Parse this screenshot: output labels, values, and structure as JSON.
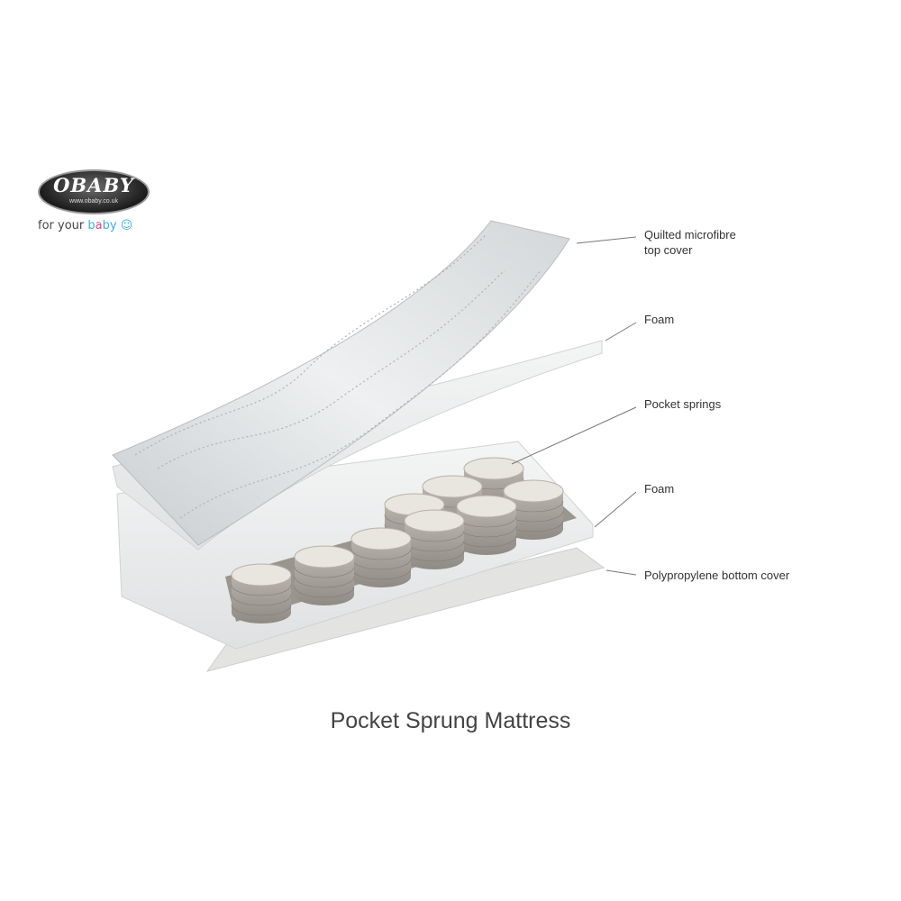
{
  "logo": {
    "brand": "OBABY",
    "url": "www.obaby.co.uk",
    "tagline_prefix": "for your",
    "tagline_b": "b",
    "tagline_a": "a",
    "tagline_rest": "by ☺"
  },
  "labels": [
    {
      "line1": "Quilted microfibre",
      "line2": "top cover"
    },
    {
      "line1": "Foam"
    },
    {
      "line1": "Pocket springs"
    },
    {
      "line1": "Foam"
    },
    {
      "line1": "Polypropylene bottom cover"
    }
  ],
  "title": "Pocket Sprung Mattress"
}
